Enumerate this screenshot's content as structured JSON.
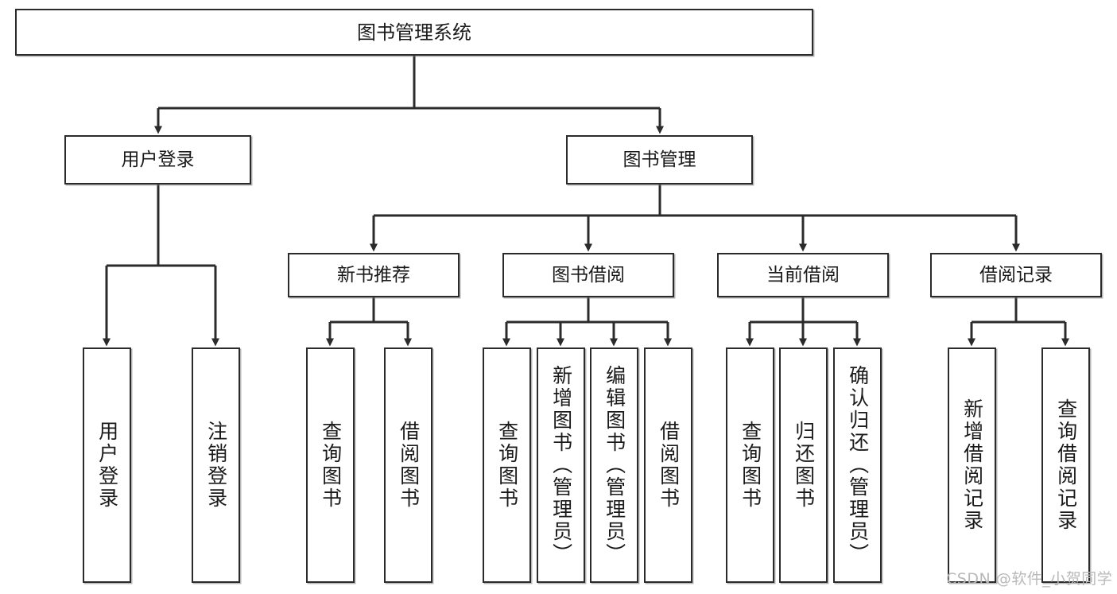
{
  "diagram": {
    "title": "图书管理系统",
    "type": "function-structure-tree",
    "watermark": "CSDN @软件_小贺同学",
    "root": {
      "id": "root",
      "label": "图书管理系统"
    },
    "level2": [
      {
        "id": "user-login",
        "label": "用户登录"
      },
      {
        "id": "book-manage",
        "label": "图书管理"
      }
    ],
    "level3": [
      {
        "id": "new-book-recommend",
        "label": "新书推荐",
        "parent": "book-manage"
      },
      {
        "id": "book-borrow",
        "label": "图书借阅",
        "parent": "book-manage"
      },
      {
        "id": "current-borrow",
        "label": "当前借阅",
        "parent": "book-manage"
      },
      {
        "id": "borrow-record",
        "label": "借阅记录",
        "parent": "book-manage"
      }
    ],
    "leaves": [
      {
        "id": "leaf-user-login",
        "label": "用户登录",
        "parent": "user-login"
      },
      {
        "id": "leaf-user-logout",
        "label": "注销登录",
        "parent": "user-login"
      },
      {
        "id": "leaf-query-book-1",
        "label": "查询图书",
        "parent": "new-book-recommend"
      },
      {
        "id": "leaf-borrow-book-1",
        "label": "借阅图书",
        "parent": "new-book-recommend"
      },
      {
        "id": "leaf-query-book-2",
        "label": "查询图书",
        "parent": "book-borrow"
      },
      {
        "id": "leaf-add-book",
        "label": "新增图书（管理员）",
        "parent": "book-borrow"
      },
      {
        "id": "leaf-edit-book",
        "label": "编辑图书（管理员）",
        "parent": "book-borrow"
      },
      {
        "id": "leaf-borrow-book-2",
        "label": "借阅图书",
        "parent": "book-borrow"
      },
      {
        "id": "leaf-query-book-3",
        "label": "查询图书",
        "parent": "current-borrow"
      },
      {
        "id": "leaf-return-book",
        "label": "归还图书",
        "parent": "current-borrow"
      },
      {
        "id": "leaf-confirm-return",
        "label": "确认归还（管理员）",
        "parent": "current-borrow"
      },
      {
        "id": "leaf-add-record",
        "label": "新增借阅记录",
        "parent": "borrow-record"
      },
      {
        "id": "leaf-query-record",
        "label": "查询借阅记录",
        "parent": "borrow-record"
      }
    ],
    "colors": {
      "box_border": "#2b2b2b",
      "box_fill": "#ffffff",
      "connector": "#2b2b2b",
      "text": "#1a1a1a",
      "watermark": "#b9b9b9",
      "background": "#ffffff"
    }
  }
}
